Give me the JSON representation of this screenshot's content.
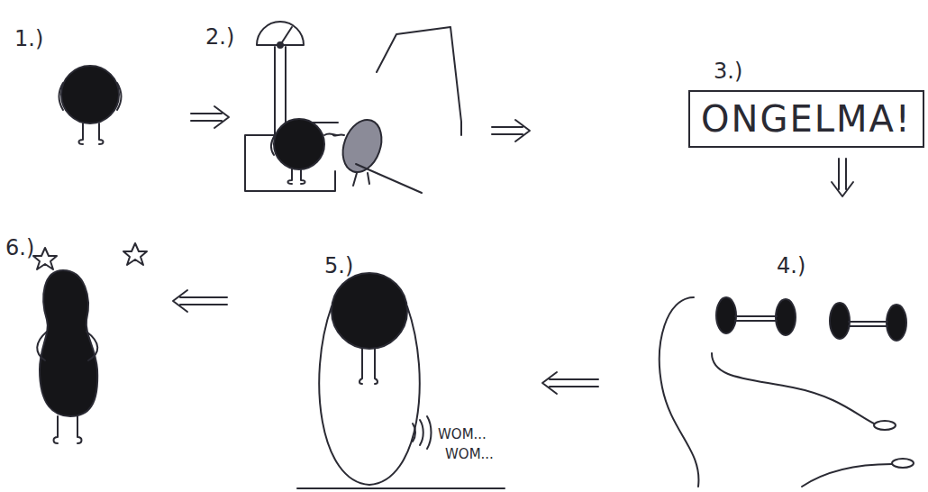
{
  "diagram": {
    "nodes": [
      {
        "text": [
          "ONGELMA!"
        ]
      }
    ],
    "labels": [
      "1.)",
      "2.)",
      "3.)",
      "4.)",
      "5.)",
      "6.)",
      "WOM...",
      "WOM..."
    ]
  }
}
